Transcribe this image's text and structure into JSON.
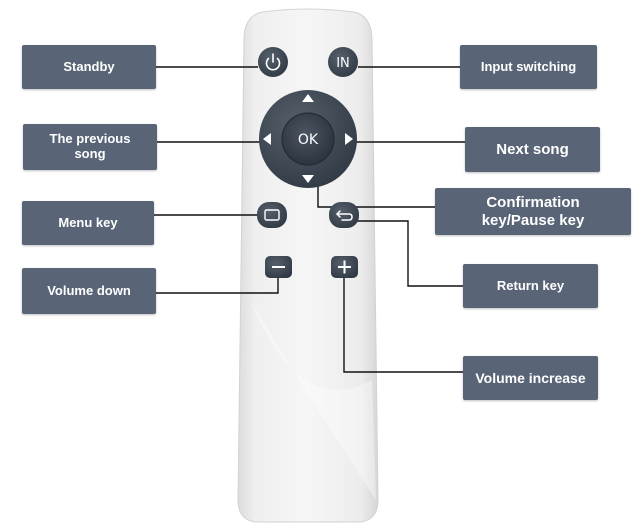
{
  "colors": {
    "label_bg": "#596577",
    "label_text": "#ffffff",
    "remote_body": "#eeeeee",
    "button_fill": "#3e4854",
    "leader_line": "#111111"
  },
  "remote": {
    "buttons": {
      "standby": {
        "icon": "power-icon"
      },
      "input": {
        "text": "IN"
      },
      "ok": {
        "text": "OK"
      },
      "menu": {
        "icon": "menu-icon"
      },
      "return": {
        "icon": "return-arrow-icon"
      },
      "minus": {
        "icon": "minus-icon"
      },
      "plus": {
        "icon": "plus-icon"
      }
    },
    "dpad_arrows": [
      "arrow-up-icon",
      "arrow-down-icon",
      "arrow-left-icon",
      "arrow-right-icon"
    ]
  },
  "labels": {
    "standby": "Standby",
    "input_switching": "Input switching",
    "previous_song": "The previous\nsong",
    "next_song": "Next song",
    "confirmation": "Confirmation\nkey/Pause key",
    "menu_key": "Menu key",
    "volume_down": "Volume down",
    "return_key": "Return key",
    "volume_increase": "Volume increase"
  }
}
